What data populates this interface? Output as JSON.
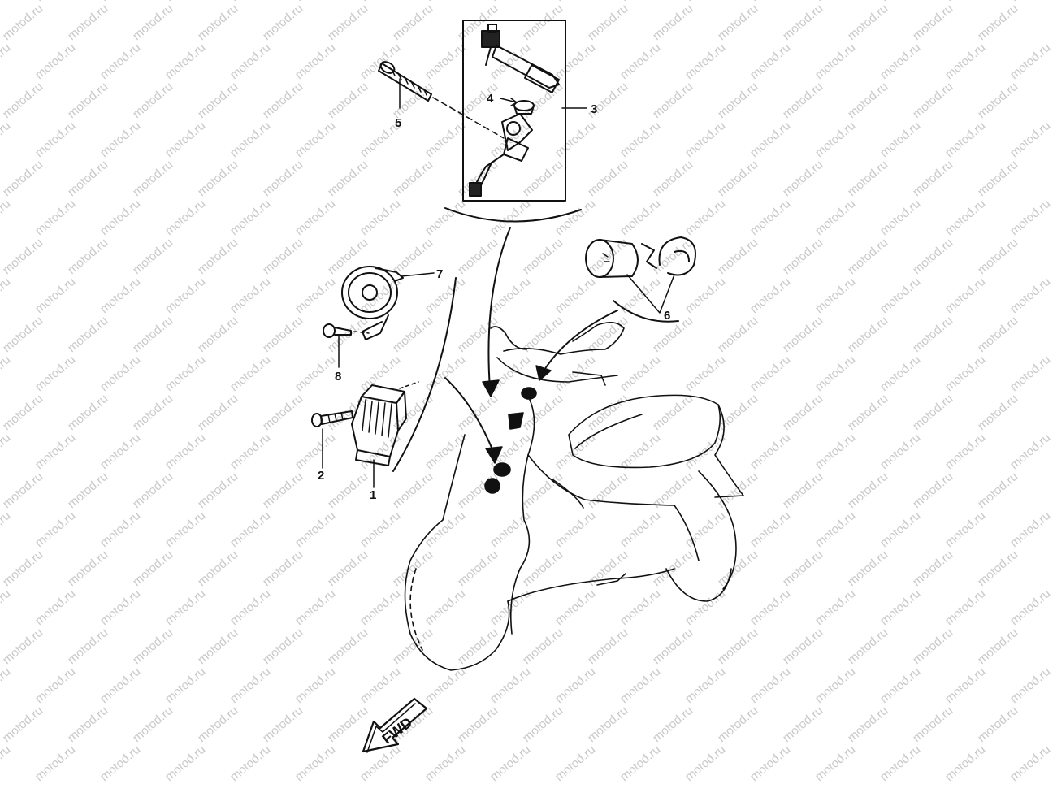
{
  "watermark": {
    "text": "motod.ru",
    "color": "#c9c9c9"
  },
  "callouts": [
    {
      "id": "1",
      "label": "1"
    },
    {
      "id": "2",
      "label": "2"
    },
    {
      "id": "3",
      "label": "3"
    },
    {
      "id": "4",
      "label": "4"
    },
    {
      "id": "5",
      "label": "5"
    },
    {
      "id": "6",
      "label": "6"
    },
    {
      "id": "7",
      "label": "7"
    },
    {
      "id": "8",
      "label": "8"
    }
  ],
  "direction_badge": {
    "label": "FWD"
  },
  "parts_icons": [
    "rectifier-regulator-icon",
    "bolt-icon",
    "main-switch-assembly-icon",
    "switch-cap-icon",
    "bolt-icon",
    "flasher-relay-icon",
    "horn-icon",
    "bolt-icon",
    "scooter-outline-icon"
  ]
}
